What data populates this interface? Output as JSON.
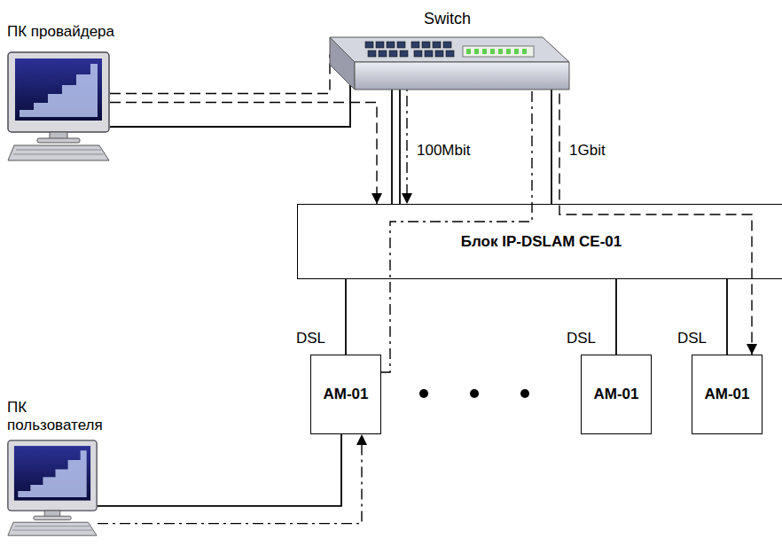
{
  "diagram": {
    "nodes": [
      {
        "text": [
          "ПК провайдера"
        ]
      },
      {
        "text": [
          "Switch"
        ]
      },
      {
        "text": [
          "Блок IP-DSLAM CE-01"
        ]
      },
      {
        "text": [
          "AM-01"
        ]
      },
      {
        "text": [
          "AM-01"
        ]
      },
      {
        "text": [
          "AM-01"
        ]
      },
      {
        "text": [
          "ПК пользователя"
        ]
      }
    ],
    "edges": [
      {
        "from": 0,
        "to": 1,
        "arrow": "none"
      },
      {
        "from": 1,
        "to": 2,
        "label": "100Mbit",
        "arrow": "none"
      },
      {
        "from": 1,
        "to": 2,
        "label": "1Gbit",
        "arrow": "none"
      },
      {
        "from": 2,
        "to": 3,
        "label": "DSL",
        "arrow": "none"
      },
      {
        "from": 2,
        "to": 4,
        "label": "DSL",
        "arrow": "none"
      },
      {
        "from": 2,
        "to": 5,
        "label": "DSL",
        "arrow": "none"
      },
      {
        "from": 6,
        "to": 3,
        "arrow": "none"
      },
      {
        "from": 0,
        "to": 2,
        "arrow": "to"
      },
      {
        "from": 0,
        "to": 5,
        "arrow": "to"
      },
      {
        "from": 6,
        "to": 3,
        "arrow": "to"
      },
      {
        "from": 3,
        "to": 2,
        "arrow": "to"
      }
    ]
  }
}
